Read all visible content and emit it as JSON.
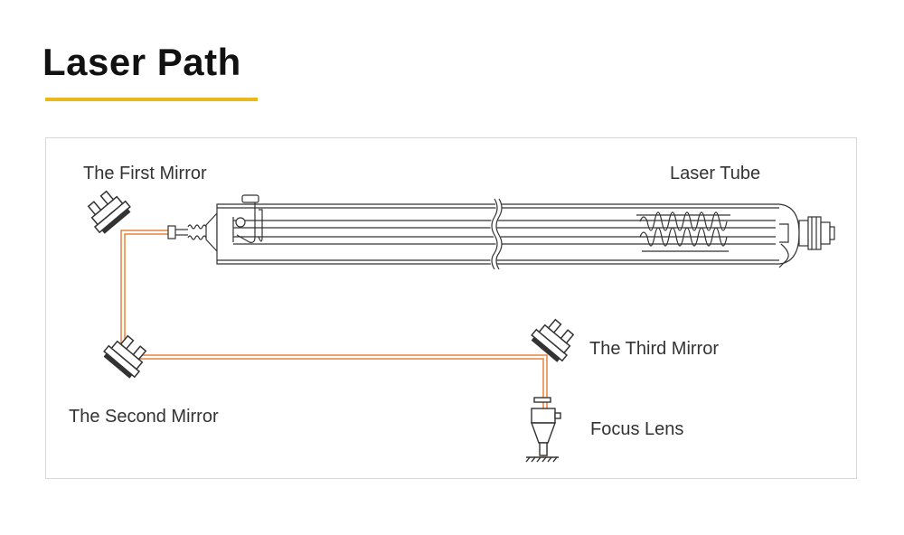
{
  "title": "Laser Path",
  "colors": {
    "accent_underline": "#e9b81d",
    "beam": "#e8823a",
    "line_art": "#333333",
    "label_text": "#333333"
  },
  "labels": {
    "first_mirror": "The First Mirror",
    "laser_tube": "Laser Tube",
    "second_mirror": "The Second Mirror",
    "third_mirror": "The Third Mirror",
    "focus_lens": "Focus Lens"
  }
}
